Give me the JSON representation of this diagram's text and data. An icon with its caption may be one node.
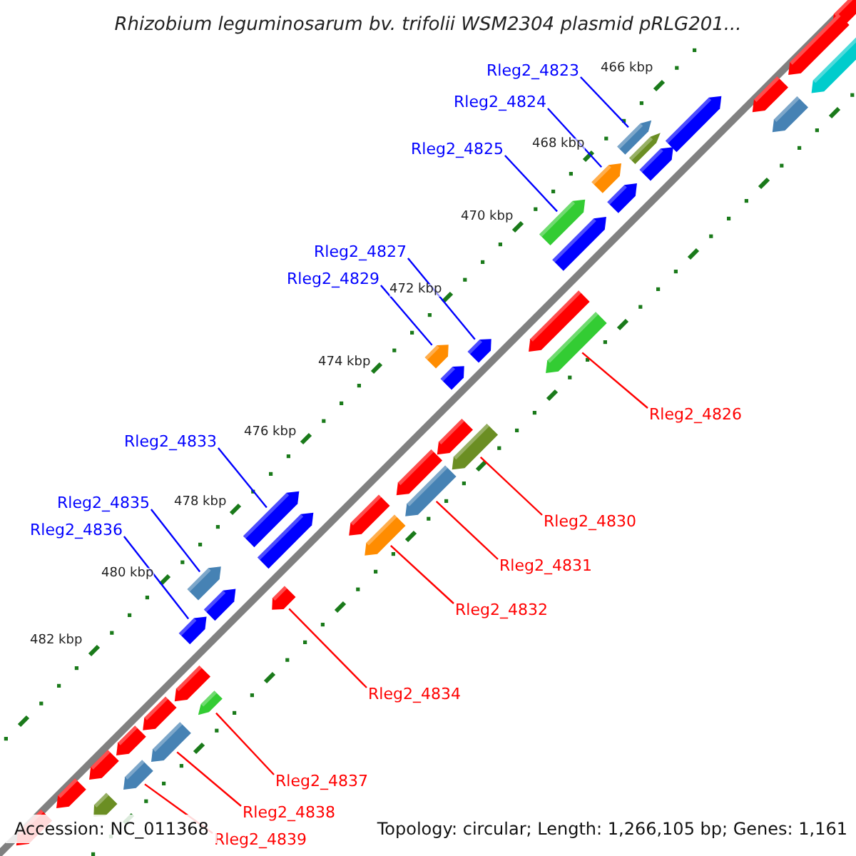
{
  "diagram": {
    "title": "Rhizobium leguminosarum bv. trifolii WSM2304 plasmid pRLG201...",
    "nodes": [
      {
        "text": [
          "Rleg2_4823"
        ]
      },
      {
        "text": [
          "Rleg2_4824"
        ]
      },
      {
        "text": [
          "Rleg2_4825"
        ]
      },
      {
        "text": [
          "Rleg2_4827"
        ]
      },
      {
        "text": [
          "Rleg2_4829"
        ]
      },
      {
        "text": [
          "Rleg2_4826"
        ]
      },
      {
        "text": [
          "Rleg2_4833"
        ]
      },
      {
        "text": [
          "Rleg2_4830"
        ]
      },
      {
        "text": [
          "Rleg2_4835"
        ]
      },
      {
        "text": [
          "Rleg2_4831"
        ]
      },
      {
        "text": [
          "Rleg2_4836"
        ]
      },
      {
        "text": [
          "Rleg2_4832"
        ]
      },
      {
        "text": [
          "Rleg2_4834"
        ]
      },
      {
        "text": [
          "Rleg2_4837"
        ]
      },
      {
        "text": [
          "Rleg2_4838"
        ]
      },
      {
        "text": [
          "Rleg2_4839"
        ]
      },
      {
        "text": [],
        "shape": "arrow"
      },
      {
        "text": [],
        "shape": "arrow"
      },
      {
        "text": [],
        "shape": "arrow"
      },
      {
        "text": [],
        "shape": "arrow"
      },
      {
        "text": [],
        "shape": "arrow"
      },
      {
        "text": [],
        "shape": "arrow"
      },
      {
        "text": [],
        "shape": "arrow"
      },
      {
        "text": [],
        "shape": "arrow"
      },
      {
        "text": [],
        "shape": "arrow"
      },
      {
        "text": [],
        "shape": "arrow"
      },
      {
        "text": [],
        "shape": "arrow"
      },
      {
        "text": [],
        "shape": "arrow"
      },
      {
        "text": [],
        "shape": "arrow"
      },
      {
        "text": [],
        "shape": "arrow"
      },
      {
        "text": [],
        "shape": "arrow"
      },
      {
        "text": [],
        "shape": "arrow"
      },
      {
        "text": [],
        "shape": "arrow"
      },
      {
        "text": [],
        "shape": "arrow"
      },
      {
        "text": [],
        "shape": "arrow"
      },
      {
        "text": [],
        "shape": "arrow"
      },
      {
        "text": [],
        "shape": "arrow"
      },
      {
        "text": [],
        "shape": "arrow"
      },
      {
        "text": [],
        "shape": "arrow"
      },
      {
        "text": [],
        "shape": "arrow"
      },
      {
        "text": [],
        "shape": "arrow"
      },
      {
        "text": [],
        "shape": "arrow"
      },
      {
        "text": [],
        "shape": "arrow"
      },
      {
        "text": [],
        "shape": "arrow"
      },
      {
        "text": [],
        "shape": "arrow"
      },
      {
        "text": [],
        "shape": "arrow"
      },
      {
        "text": [],
        "shape": "arrow"
      },
      {
        "text": [],
        "shape": "arrow"
      },
      {
        "text": [],
        "shape": "arrow"
      },
      {
        "text": [],
        "shape": "arrow"
      },
      {
        "text": [],
        "shape": "arrow"
      },
      {
        "text": [],
        "shape": "arrow"
      },
      {
        "text": [],
        "shape": "arrow"
      },
      {
        "text": [],
        "shape": "arrow"
      },
      {
        "text": [],
        "shape": "arrow"
      },
      {
        "text": [],
        "shape": "arrow"
      }
    ],
    "edges": [
      {
        "from": 0,
        "to": 16,
        "arrow": "none",
        "color": "#0000ff"
      },
      {
        "from": 1,
        "to": 17,
        "arrow": "none",
        "color": "#0000ff"
      },
      {
        "from": 2,
        "to": 18,
        "arrow": "none",
        "color": "#0000ff"
      },
      {
        "from": 3,
        "to": 19,
        "arrow": "none",
        "color": "#0000ff"
      },
      {
        "from": 4,
        "to": 20,
        "arrow": "none",
        "color": "#0000ff"
      },
      {
        "from": 5,
        "to": 21,
        "arrow": "none",
        "color": "#ff0000"
      },
      {
        "from": 6,
        "to": 22,
        "arrow": "none",
        "color": "#0000ff"
      },
      {
        "from": 7,
        "to": 23,
        "arrow": "none",
        "color": "#ff0000"
      },
      {
        "from": 8,
        "to": 24,
        "arrow": "none",
        "color": "#0000ff"
      },
      {
        "from": 9,
        "to": 25,
        "arrow": "none",
        "color": "#ff0000"
      },
      {
        "from": 10,
        "to": 26,
        "arrow": "none",
        "color": "#0000ff"
      },
      {
        "from": 11,
        "to": 27,
        "arrow": "none",
        "color": "#ff0000"
      },
      {
        "from": 12,
        "to": 28,
        "arrow": "none",
        "color": "#ff0000"
      },
      {
        "from": 13,
        "to": 29,
        "arrow": "none",
        "color": "#ff0000"
      },
      {
        "from": 14,
        "to": 30,
        "arrow": "none",
        "color": "#ff0000"
      },
      {
        "from": 15,
        "to": 31,
        "arrow": "none",
        "color": "#ff0000"
      }
    ],
    "labels": [
      "466 kbp",
      "468 kbp",
      "470 kbp",
      "472 kbp",
      "474 kbp",
      "476 kbp",
      "478 kbp",
      "480 kbp",
      "482 kbp",
      "Accession: NC_011368",
      "Topology: circular; Length: 1,266,105 bp; Genes: 1,161"
    ]
  }
}
